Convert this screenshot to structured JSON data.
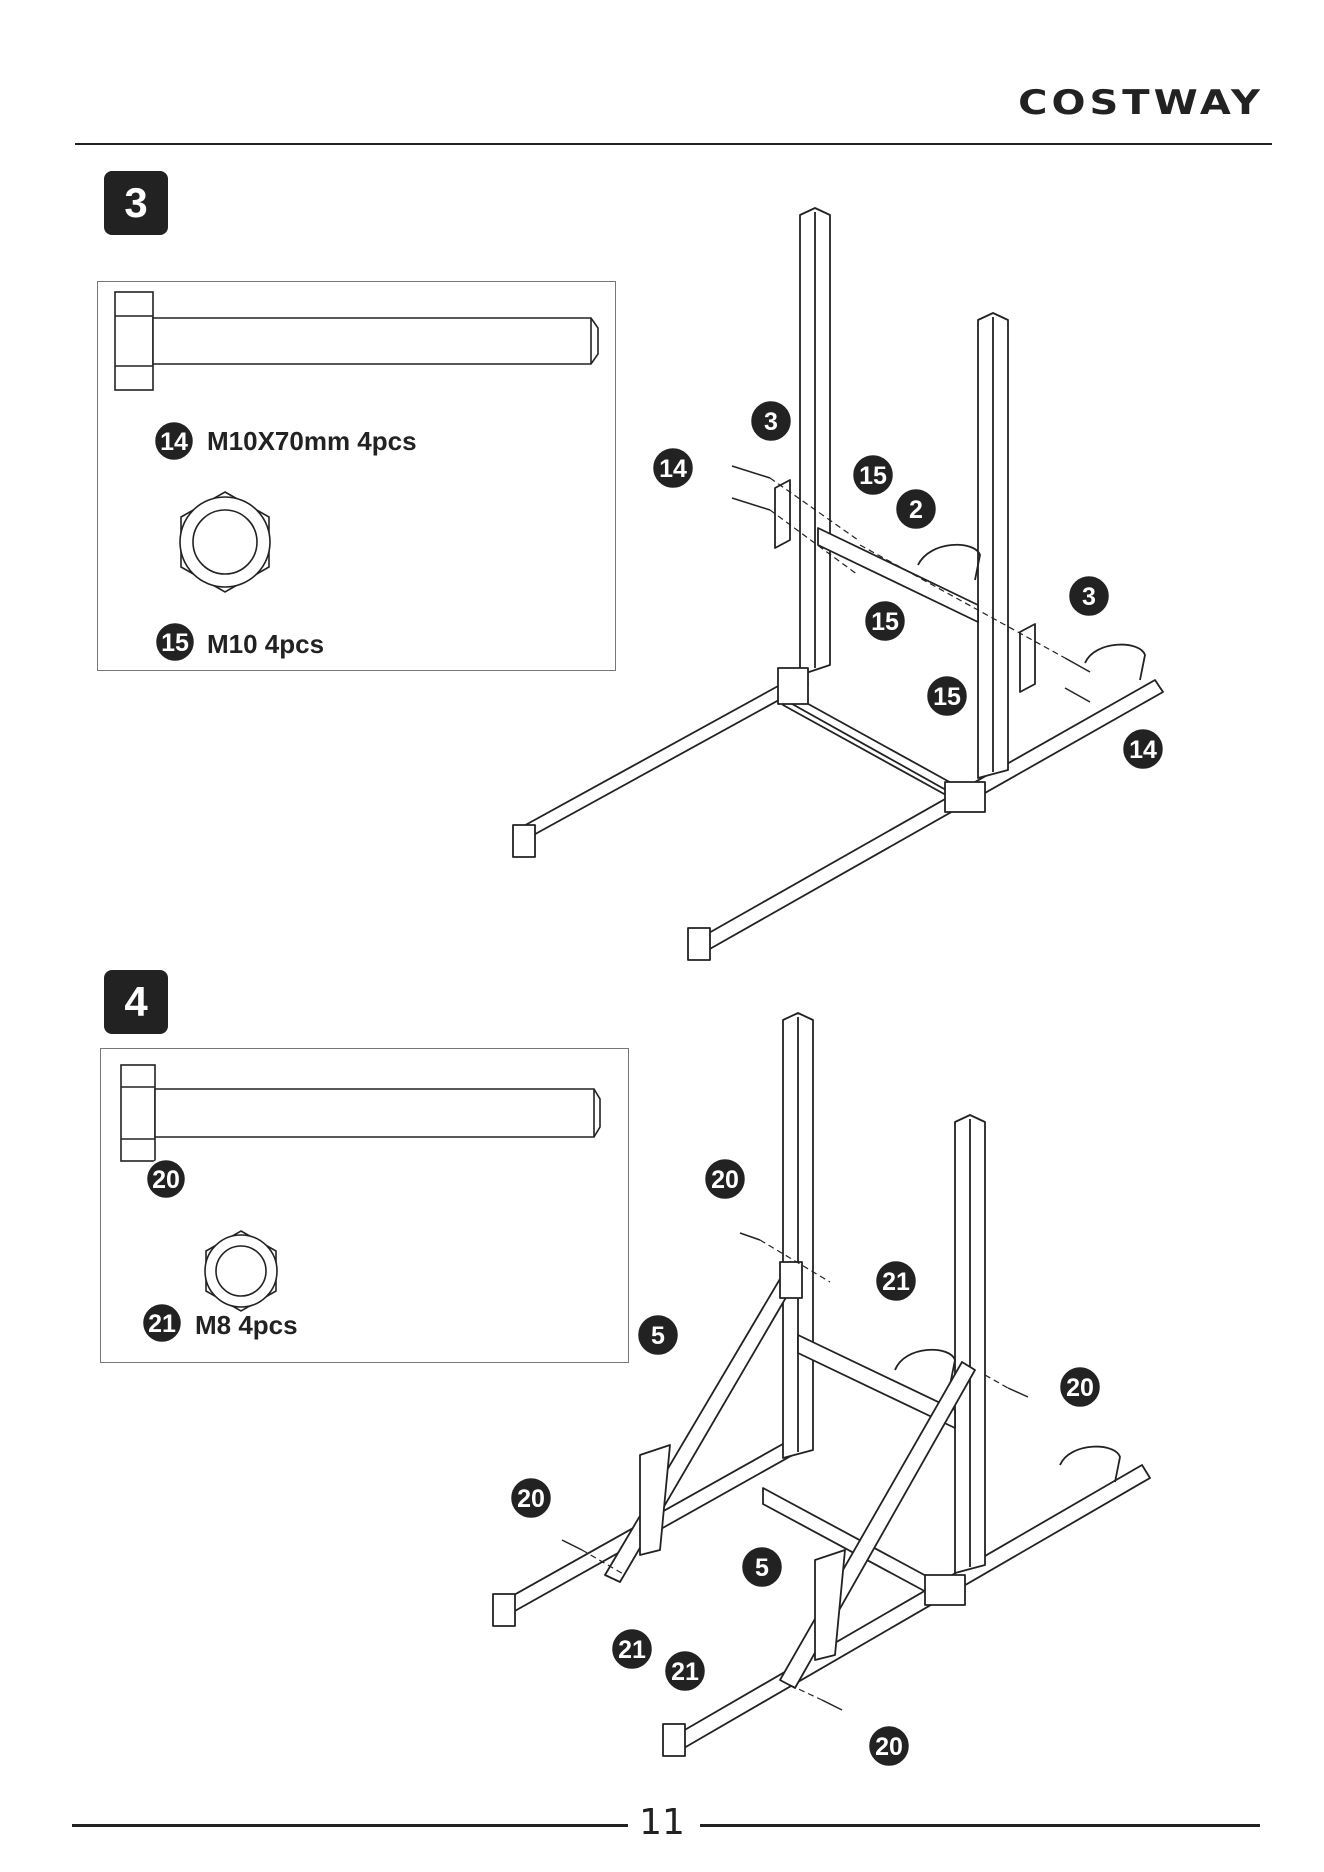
{
  "header": {
    "brand": "COSTWAY"
  },
  "steps": [
    {
      "number": "3",
      "hardware": [
        {
          "part": "14",
          "label": "M10X70mm 4pcs"
        },
        {
          "part": "15",
          "label": "M10 4pcs"
        }
      ],
      "callouts": [
        "3",
        "14",
        "15",
        "2",
        "15",
        "3",
        "15",
        "14"
      ]
    },
    {
      "number": "4",
      "hardware": [
        {
          "part": "20",
          "label": ""
        },
        {
          "part": "21",
          "label": "M8 4pcs"
        }
      ],
      "callouts": [
        "20",
        "21",
        "5",
        "20",
        "20",
        "21",
        "5",
        "21",
        "20"
      ]
    }
  ],
  "footer": {
    "page_number": "11"
  }
}
